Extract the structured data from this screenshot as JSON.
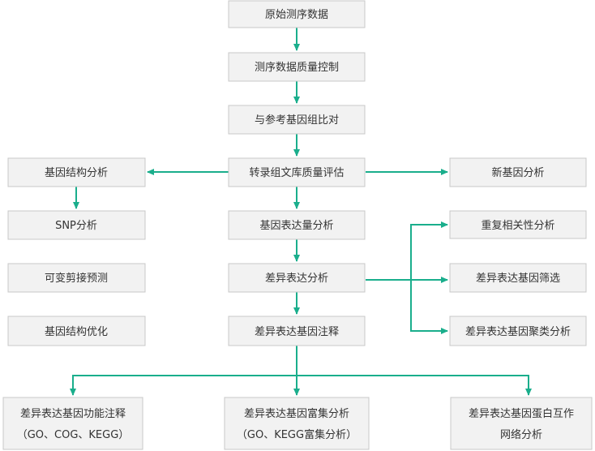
{
  "accent_color": "#1aae8c",
  "nodes": {
    "raw_data": "原始测序数据",
    "qc": "测序数据质量控制",
    "align": "与参考基因组比对",
    "transcriptome_eval": "转录组文库质量评估",
    "gene_structure": "基因结构分析",
    "new_gene": "新基因分析",
    "snp": "SNP分析",
    "expression": "基因表达量分析",
    "correlation": "重复相关性分析",
    "alt_splicing": "可变剪接预测",
    "diff_expression": "差异表达分析",
    "diff_screening": "差异表达基因筛选",
    "structure_opt": "基因结构优化",
    "diff_annotation": "差异表达基因注释",
    "diff_clustering": "差异表达基因聚类分析",
    "func_annotation": {
      "line1": "差异表达基因功能注释",
      "line2": "（GO、COG、KEGG）"
    },
    "enrichment": {
      "line1": "差异表达基因富集分析",
      "line2": "（GO、KEGG富集分析）"
    },
    "ppi": {
      "line1": "差异表达基因蛋白互作",
      "line2": "网络分析"
    }
  }
}
